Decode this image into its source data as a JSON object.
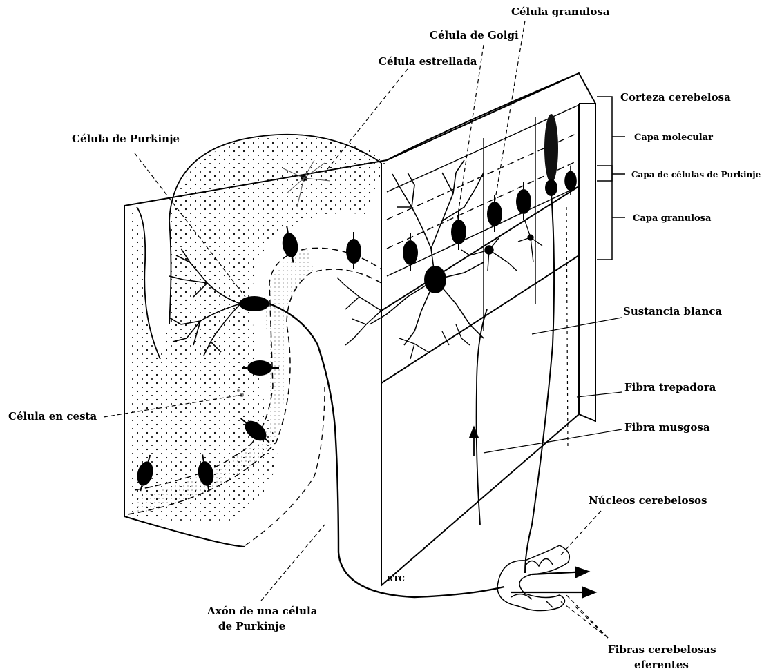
{
  "labels": {
    "celula_granulosa": "Célula granulosa",
    "celula_golgi": "Célula de Golgi",
    "celula_estrellada": "Célula estrellada",
    "celula_purkinje": "Célula de Purkinje",
    "corteza_cerebelosa": "Corteza cerebelosa",
    "capa_molecular": "Capa molecular",
    "capa_celulas_purkinje": "Capa de células de Purkinje",
    "capa_granulosa": "Capa granulosa",
    "sustancia_blanca": "Sustancia blanca",
    "fibra_trepadora": "Fibra trepadora",
    "fibra_musgosa": "Fibra musgosa",
    "celula_en_cesta": "Célula en cesta",
    "nucleos_cerebelosos": "Núcleos cerebelosos",
    "axon_line1": "Axón de una célula",
    "axon_line2": "de Purkinje",
    "fibras_line1": "Fibras cerebelosas",
    "fibras_line2": "eferentes",
    "signature": "RTC"
  }
}
